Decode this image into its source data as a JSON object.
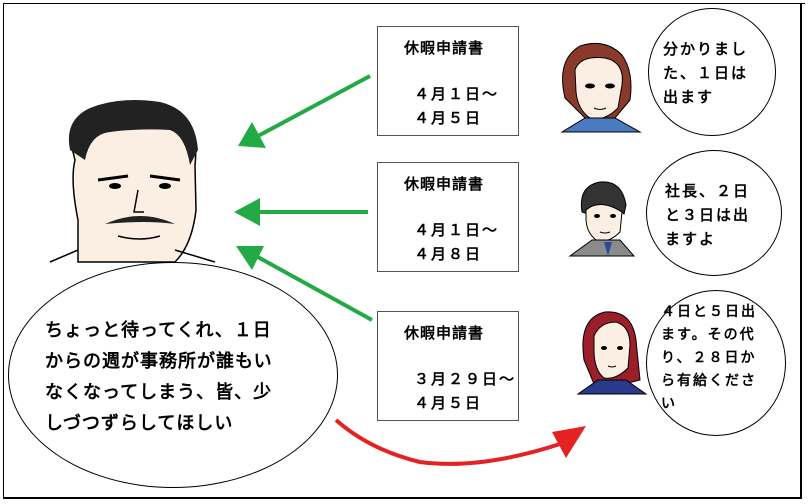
{
  "forms": [
    {
      "title": "休暇申請書",
      "line1": "４月１日～",
      "line2": "４月５日"
    },
    {
      "title": "休暇申請書",
      "line1": "４月１日～",
      "line2": "４月８日"
    },
    {
      "title": "休暇申請書",
      "line1": "３月２９日～",
      "line2": "４月５日"
    }
  ],
  "bubbles": [
    {
      "lines": [
        "分かりまし",
        "た、１日は",
        "出ます"
      ]
    },
    {
      "lines": [
        "社長、２日",
        "と３日は出",
        "ますよ"
      ]
    },
    {
      "lines": [
        "４日と５日出",
        "ます。その代",
        "り、２８日か",
        "ら有給くださ",
        "い"
      ]
    }
  ],
  "boss_speech": {
    "lines": [
      "ちょっと待ってくれ、１日",
      "からの週が事務所が誰もい",
      "なくなってしまう、皆、少",
      "しづつずらしてほしい"
    ]
  },
  "colors": {
    "green_arrow": "#22aa44",
    "red_arrow": "#e52222",
    "skin": "#fbeee2",
    "hair_woman1": "#8a3a2a",
    "hair_woman2": "#9a1f2a"
  }
}
